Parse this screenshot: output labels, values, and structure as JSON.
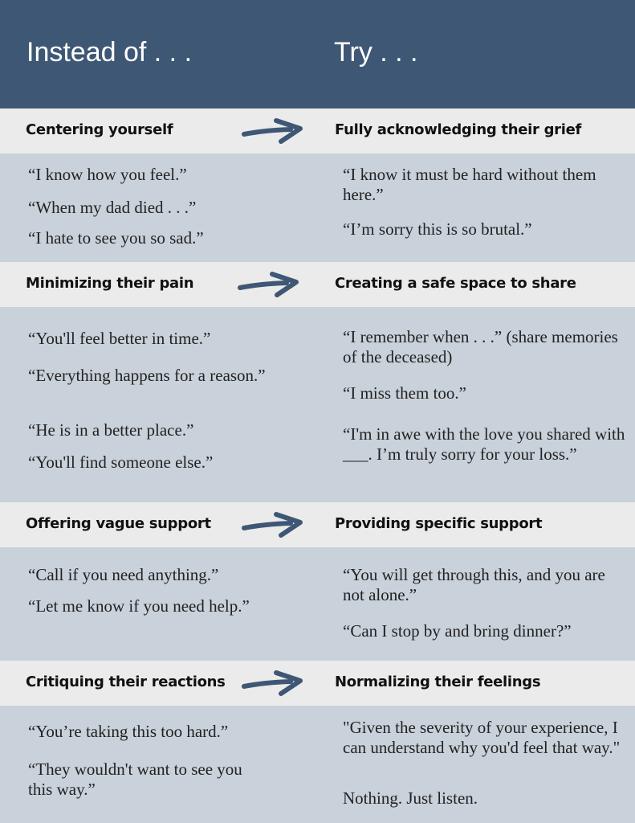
{
  "header": {
    "left": "Instead of . . .",
    "right": "Try . . ."
  },
  "colors": {
    "header": "#3e5775",
    "band": "#ebebeb",
    "content": "#c9d1da",
    "arrow": "#3e5775"
  },
  "sections": [
    {
      "left_title": "Centering yourself",
      "right_title": "Fully acknowledging their grief",
      "left_items": [
        "“I know how you feel.”",
        "“When my dad died . . .”",
        "“I hate to see you so sad.”"
      ],
      "right_items": [
        "“I know it must be hard without them here.”",
        "“I’m sorry this is so brutal.”"
      ]
    },
    {
      "left_title": "Minimizing their pain",
      "right_title": "Creating a safe space to share",
      "left_items": [
        "“You'll feel better in time.”",
        "“Everything happens for a reason.”",
        "“He is in a better place.”",
        "“You'll find someone else.”"
      ],
      "right_items": [
        "“I remember when . . .” (share memories of the deceased)",
        "“I miss them too.”",
        "“I'm in awe with the love you shared with ___. I’m truly sorry for your loss.”"
      ]
    },
    {
      "left_title": "Offering vague support",
      "right_title": "Providing specific support",
      "left_items": [
        "“Call if you need anything.”",
        "“Let me know if you need help.”"
      ],
      "right_items": [
        "“You will get through this, and you are not alone.”",
        "“Can I stop by and bring dinner?”"
      ]
    },
    {
      "left_title": "Critiquing their reactions",
      "right_title": "Normalizing their feelings",
      "left_items": [
        "“You’re taking this too hard.”",
        "“They wouldn't want to see you this way.”"
      ],
      "right_items": [
        "\"Given the severity of your experience, I can understand why you'd feel that way.\"",
        "Nothing. Just listen."
      ]
    }
  ]
}
